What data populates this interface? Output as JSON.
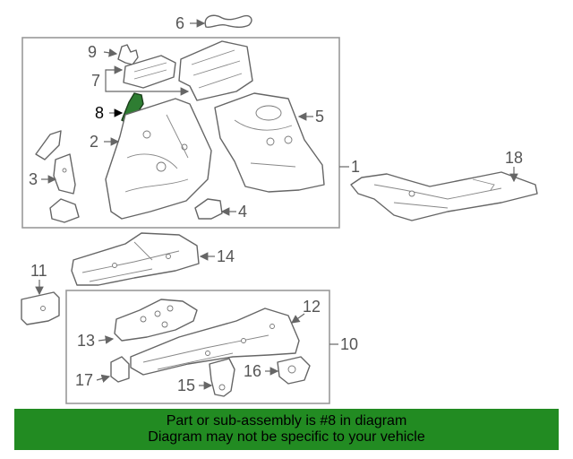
{
  "diagram": {
    "callouts": [
      "6",
      "9",
      "7",
      "8",
      "2",
      "5",
      "1",
      "3",
      "4",
      "18",
      "14",
      "11",
      "12",
      "13",
      "10",
      "17",
      "15",
      "16"
    ],
    "highlighted_part": "8",
    "highlight_color": "#2e7d32"
  },
  "banner": {
    "line1": "Part or sub-assembly is #8 in diagram",
    "line2": "Diagram may not be specific to your vehicle",
    "background_color": "#228b22"
  }
}
